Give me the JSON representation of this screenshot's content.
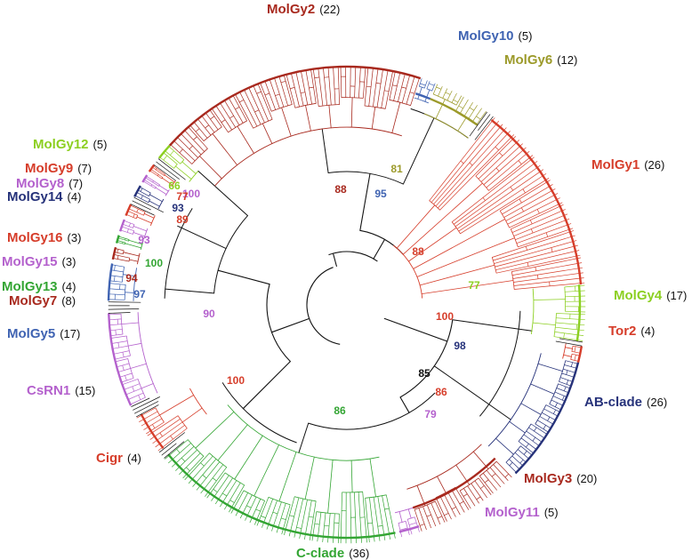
{
  "colors": {
    "red": "#d63d2a",
    "darkred": "#a8291e",
    "olive": "#9c9a2a",
    "blue": "#3f63b2",
    "navy": "#26327a",
    "lime": "#8ccf21",
    "magenta": "#b461cd",
    "green": "#33a533",
    "black": "#111111"
  },
  "clades": [
    {
      "name": "MolGy2",
      "count": "(22)",
      "color": "darkred"
    },
    {
      "name": "MolGy10",
      "count": "(5)",
      "color": "blue"
    },
    {
      "name": "MolGy6",
      "count": "(12)",
      "color": "olive"
    },
    {
      "name": "MolGy1",
      "count": "(26)",
      "color": "red"
    },
    {
      "name": "MolGy4",
      "count": "(17)",
      "color": "lime"
    },
    {
      "name": "Tor2",
      "count": "(4)",
      "color": "red"
    },
    {
      "name": "AB-clade",
      "count": "(26)",
      "color": "navy"
    },
    {
      "name": "MolGy3",
      "count": "(20)",
      "color": "darkred"
    },
    {
      "name": "MolGy11",
      "count": "(5)",
      "color": "magenta"
    },
    {
      "name": "C-clade",
      "count": "(36)",
      "color": "green"
    },
    {
      "name": "Cigr",
      "count": "(4)",
      "color": "red"
    },
    {
      "name": "CsRN1",
      "count": "(15)",
      "color": "magenta"
    },
    {
      "name": "MolGy5",
      "count": "(17)",
      "color": "blue"
    },
    {
      "name": "MolGy7",
      "count": "(8)",
      "color": "darkred"
    },
    {
      "name": "MolGy13",
      "count": "(4)",
      "color": "green"
    },
    {
      "name": "MolGy15",
      "count": "(3)",
      "color": "magenta"
    },
    {
      "name": "MolGy16",
      "count": "(3)",
      "color": "red"
    },
    {
      "name": "MolGy14",
      "count": "(4)",
      "color": "navy"
    },
    {
      "name": "MolGy8",
      "count": "(7)",
      "color": "magenta"
    },
    {
      "name": "MolGy9",
      "count": "(7)",
      "color": "red"
    },
    {
      "name": "MolGy12",
      "count": "(5)",
      "color": "lime"
    }
  ],
  "support_values": [
    {
      "text": "88",
      "color": "darkred"
    },
    {
      "text": "95",
      "color": "blue"
    },
    {
      "text": "81",
      "color": "olive"
    },
    {
      "text": "88",
      "color": "red"
    },
    {
      "text": "77",
      "color": "lime"
    },
    {
      "text": "100",
      "color": "red"
    },
    {
      "text": "98",
      "color": "navy"
    },
    {
      "text": "85",
      "color": "black"
    },
    {
      "text": "86",
      "color": "red"
    },
    {
      "text": "79",
      "color": "magenta"
    },
    {
      "text": "86",
      "color": "green"
    },
    {
      "text": "100",
      "color": "red"
    },
    {
      "text": "90",
      "color": "magenta"
    },
    {
      "text": "97",
      "color": "blue"
    },
    {
      "text": "94",
      "color": "darkred"
    },
    {
      "text": "100",
      "color": "green"
    },
    {
      "text": "93",
      "color": "magenta"
    },
    {
      "text": "89",
      "color": "red"
    },
    {
      "text": "93",
      "color": "navy"
    },
    {
      "text": "100",
      "color": "magenta"
    },
    {
      "text": "77",
      "color": "red"
    },
    {
      "text": "66",
      "color": "lime"
    }
  ]
}
